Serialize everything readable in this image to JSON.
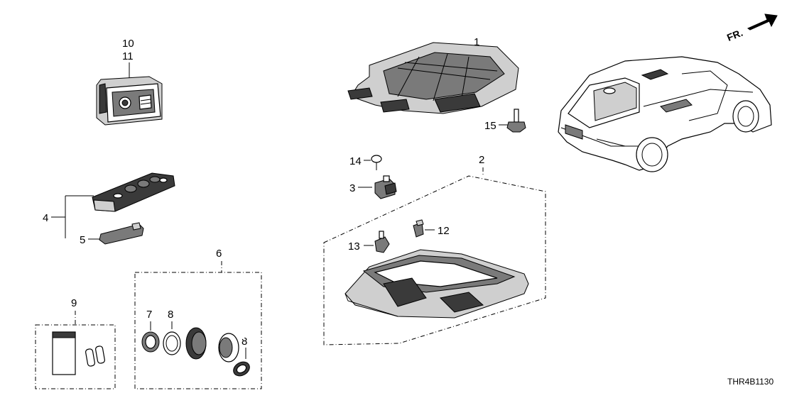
{
  "diagram": {
    "code": "THR4B1130",
    "direction_label": "FR.",
    "callouts": {
      "c1": "1",
      "c2": "2",
      "c3": "3",
      "c4": "4",
      "c5": "5",
      "c6": "6",
      "c7": "7",
      "c8a": "8",
      "c8b": "8",
      "c9": "9",
      "c10": "10",
      "c11": "11",
      "c12": "12",
      "c13": "13",
      "c14": "14",
      "c15": "15"
    }
  }
}
